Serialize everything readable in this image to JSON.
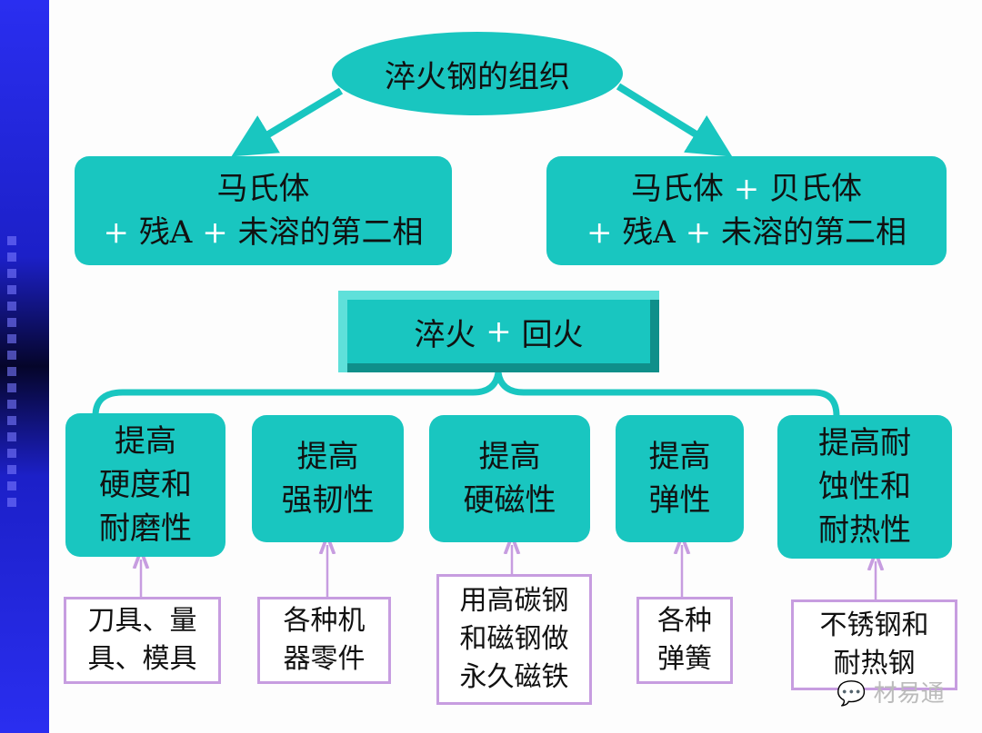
{
  "root": "淬火钢的组织",
  "left_box": {
    "line1": "马氏体",
    "plus": "+",
    "line2": "残A",
    "plus2": "+",
    "line3": "未溶的第二相"
  },
  "right_box": {
    "line1a": "马氏体",
    "plus0": "+",
    "line1b": "贝氏体",
    "plus": "+",
    "line2": "残A",
    "plus2": "+",
    "line3": "未溶的第二相"
  },
  "process": {
    "a": "淬火",
    "plus": "+",
    "b": "回火"
  },
  "effects": [
    {
      "lines": [
        "提高",
        "硬度和",
        "耐磨性"
      ],
      "use": [
        "刀具、量",
        "具、模具"
      ]
    },
    {
      "lines": [
        "提高",
        "强韧性"
      ],
      "use": [
        "各种机",
        "器零件"
      ]
    },
    {
      "lines": [
        "提高",
        "硬磁性"
      ],
      "use": [
        "用高碳钢",
        "和磁钢做",
        "永久磁铁"
      ]
    },
    {
      "lines": [
        "提高",
        "弹性"
      ],
      "use": [
        "各种",
        "弹簧"
      ]
    },
    {
      "lines": [
        "提高耐",
        "蚀性和",
        "耐热性"
      ],
      "use": [
        "不锈钢和",
        "耐热钢"
      ]
    }
  ],
  "watermark": "材易通",
  "colors": {
    "teal": "#19c6c0",
    "pink": "#c79de0",
    "strip": "#2a2ef0"
  }
}
